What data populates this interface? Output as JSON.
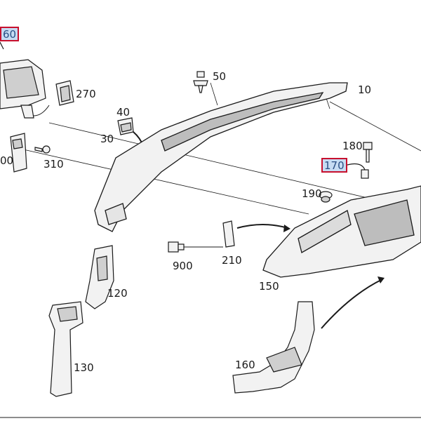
{
  "diagram": {
    "callouts": [
      {
        "id": "c160a",
        "label": "60",
        "highlighted": true
      },
      {
        "id": "c270",
        "label": "270"
      },
      {
        "id": "c50",
        "label": "50"
      },
      {
        "id": "c10",
        "label": "10"
      },
      {
        "id": "c40",
        "label": "40"
      },
      {
        "id": "c30",
        "label": "30"
      },
      {
        "id": "c300",
        "label": "00"
      },
      {
        "id": "c310",
        "label": "310"
      },
      {
        "id": "c180",
        "label": "180"
      },
      {
        "id": "c170",
        "label": "170",
        "highlighted": true
      },
      {
        "id": "c190",
        "label": "190"
      },
      {
        "id": "c900",
        "label": "900"
      },
      {
        "id": "c210",
        "label": "210"
      },
      {
        "id": "c150",
        "label": "150"
      },
      {
        "id": "c120",
        "label": "120"
      },
      {
        "id": "c130",
        "label": "130"
      },
      {
        "id": "c160",
        "label": "160"
      }
    ],
    "colors": {
      "line": "#1a1a1a",
      "part_fill": "#f2f2f2",
      "part_shade": "#bdbdbd",
      "highlight_border": "#c8102e",
      "highlight_fill": "#c7dcf3"
    }
  }
}
